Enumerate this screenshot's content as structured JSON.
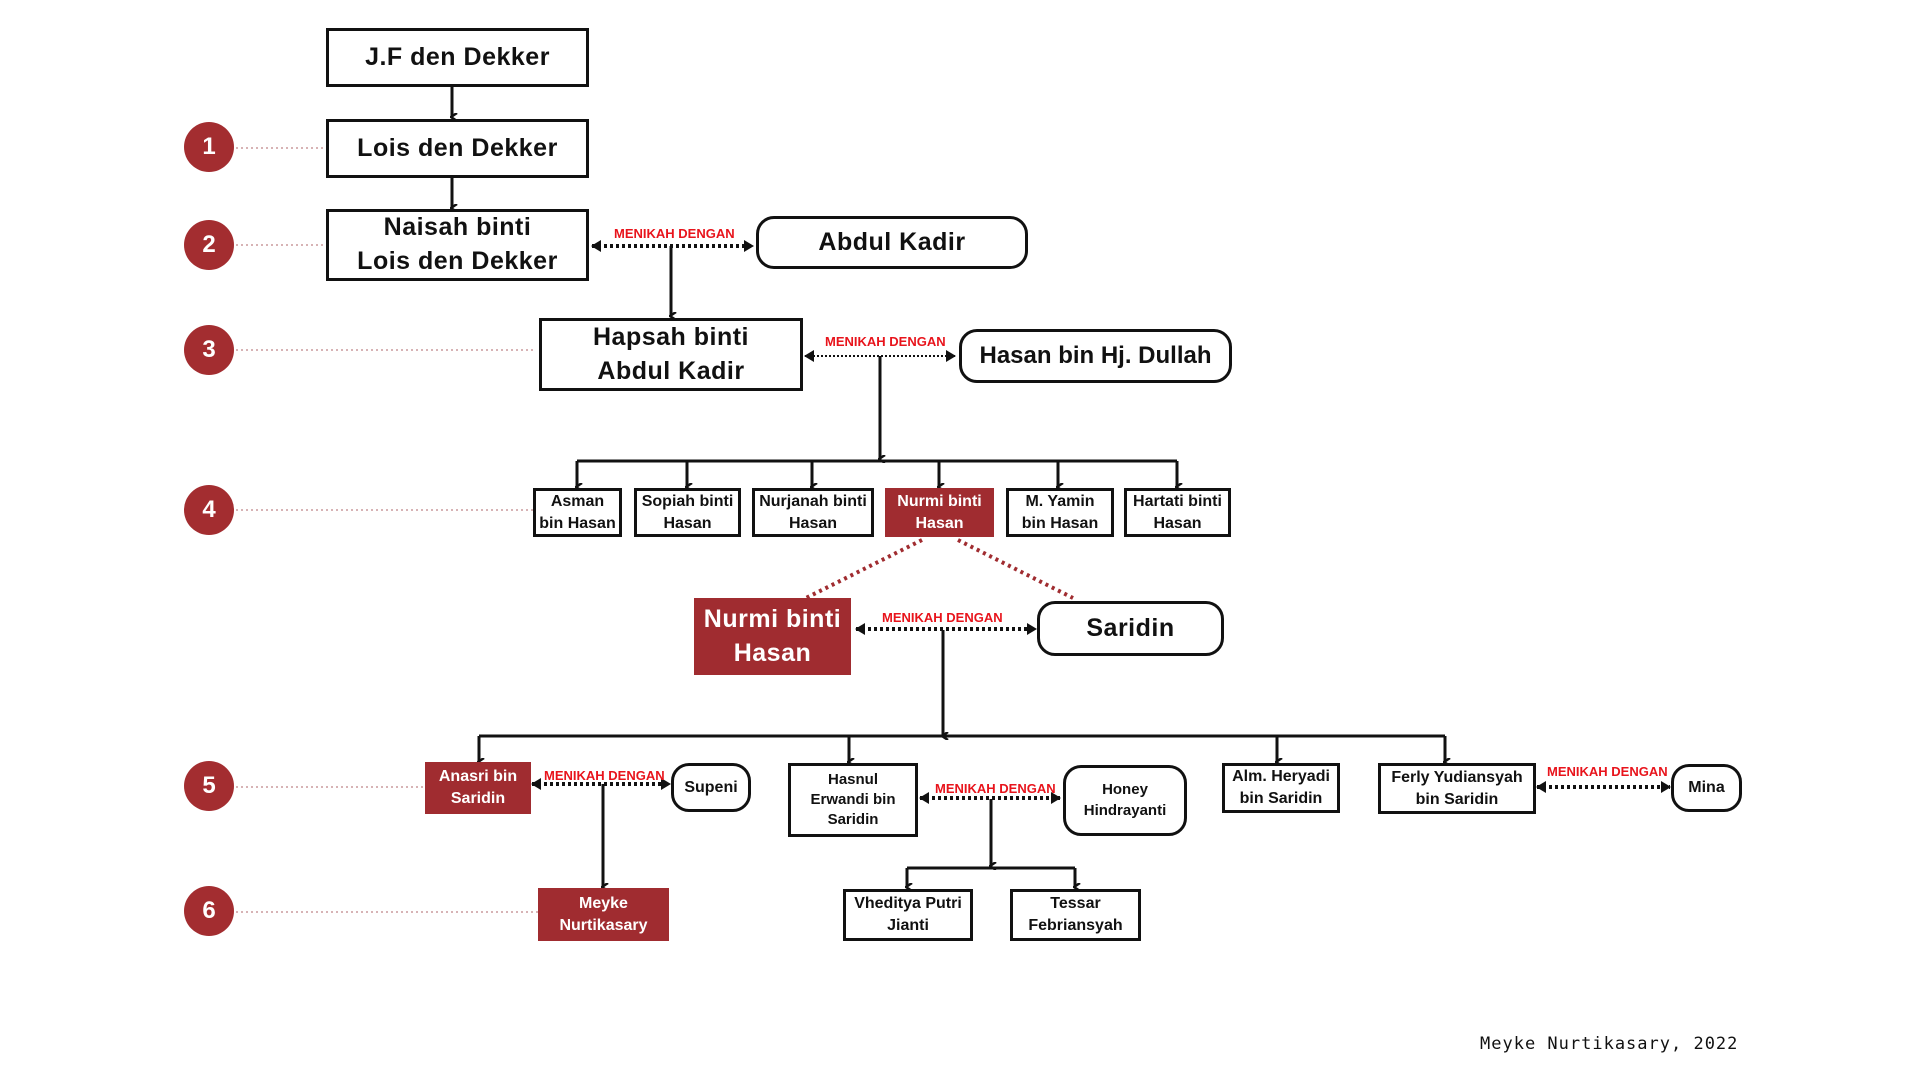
{
  "generations": [
    "1",
    "2",
    "3",
    "4",
    "5",
    "6"
  ],
  "marriage_label": "MENIKAH DENGAN",
  "people": {
    "jf": "J.F den Dekker",
    "lois": "Lois den Dekker",
    "naisah": "Naisah binti\nLois den Dekker",
    "abdul": "Abdul Kadir",
    "hapsah": "Hapsah binti\nAbdul Kadir",
    "hasan": "Hasan bin Hj. Dullah",
    "asman": "Asman\nbin Hasan",
    "sopiah": "Sopiah binti\nHasan",
    "nurjanah": "Nurjanah binti\nHasan",
    "nurmi_small": "Nurmi binti\nHasan",
    "yamin": "M. Yamin\nbin Hasan",
    "hartati": "Hartati binti\nHasan",
    "nurmi": "Nurmi binti\nHasan",
    "saridin": "Saridin",
    "anasri": "Anasri bin\nSaridin",
    "supeni": "Supeni",
    "hasnul": "Hasnul\nErwandi bin\nSaridin",
    "honey": "Honey\nHindrayanti",
    "heryadi": "Alm. Heryadi\nbin Saridin",
    "ferly": "Ferly Yudiansyah\nbin Saridin",
    "mina": "Mina",
    "meyke": "Meyke\nNurtikasary",
    "vheditya": "Vheditya Putri\nJianti",
    "tessar": "Tessar\nFebriansyah"
  },
  "colors": {
    "highlight": "#a02c30",
    "marriage_label": "#e8141c",
    "badge": "#a32d30"
  },
  "signature": "Meyke Nurtikasary, 2022"
}
